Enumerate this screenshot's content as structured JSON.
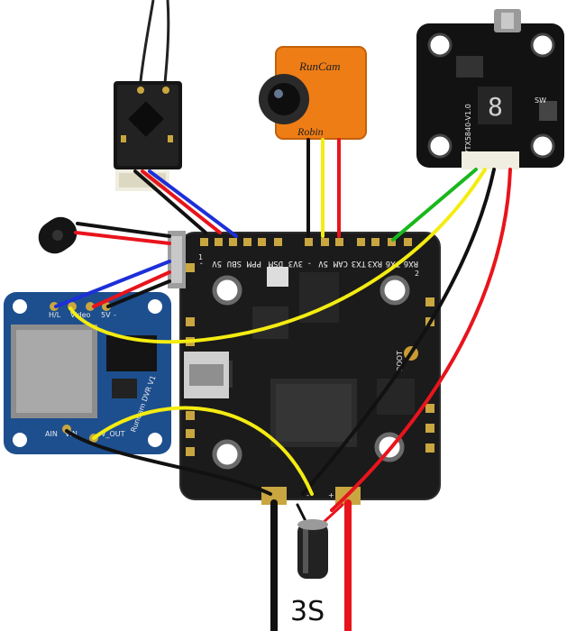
{
  "fc_pins": {
    "gnd": "-",
    "five_v": "5V",
    "sbus": "SBU",
    "ppm": "PPM",
    "dsm": "DSM",
    "three_v3": "3V3",
    "ground2": "-",
    "v5": "5V",
    "cam": "CAM",
    "tx3": "TX3",
    "rx3": "RX3",
    "tx6": "TX6",
    "rx6": "RX6"
  },
  "fc_marks": {
    "m1": "1",
    "m2": "2",
    "boot": "BOOT",
    "minus": "-",
    "plus": "+"
  },
  "camera": {
    "brand": "RunCam",
    "model": "Robin"
  },
  "vtx": {
    "model": "VTX5840-V1.0",
    "digit": "8",
    "switch": "SW"
  },
  "osd_board": {
    "pin_video": "Video",
    "pin_hl": "H/L",
    "pin_5v": "5V",
    "pin_gnd": "-",
    "pin_ain": "AIN",
    "pin_vin": "VIN",
    "pin_vout": "V_OUT",
    "label": "RunCam DVR V1"
  },
  "battery": {
    "label": "3S"
  },
  "colors": {
    "wire_red": "#e8141c",
    "wire_black": "#111111",
    "wire_blue": "#1d2fd8",
    "wire_yellow": "#f4ec12",
    "wire_green": "#19b81c",
    "pcb_dark": "#1b1b1b",
    "pcb_blue": "#1d4f8e",
    "camera_orange": "#ef7d16"
  }
}
